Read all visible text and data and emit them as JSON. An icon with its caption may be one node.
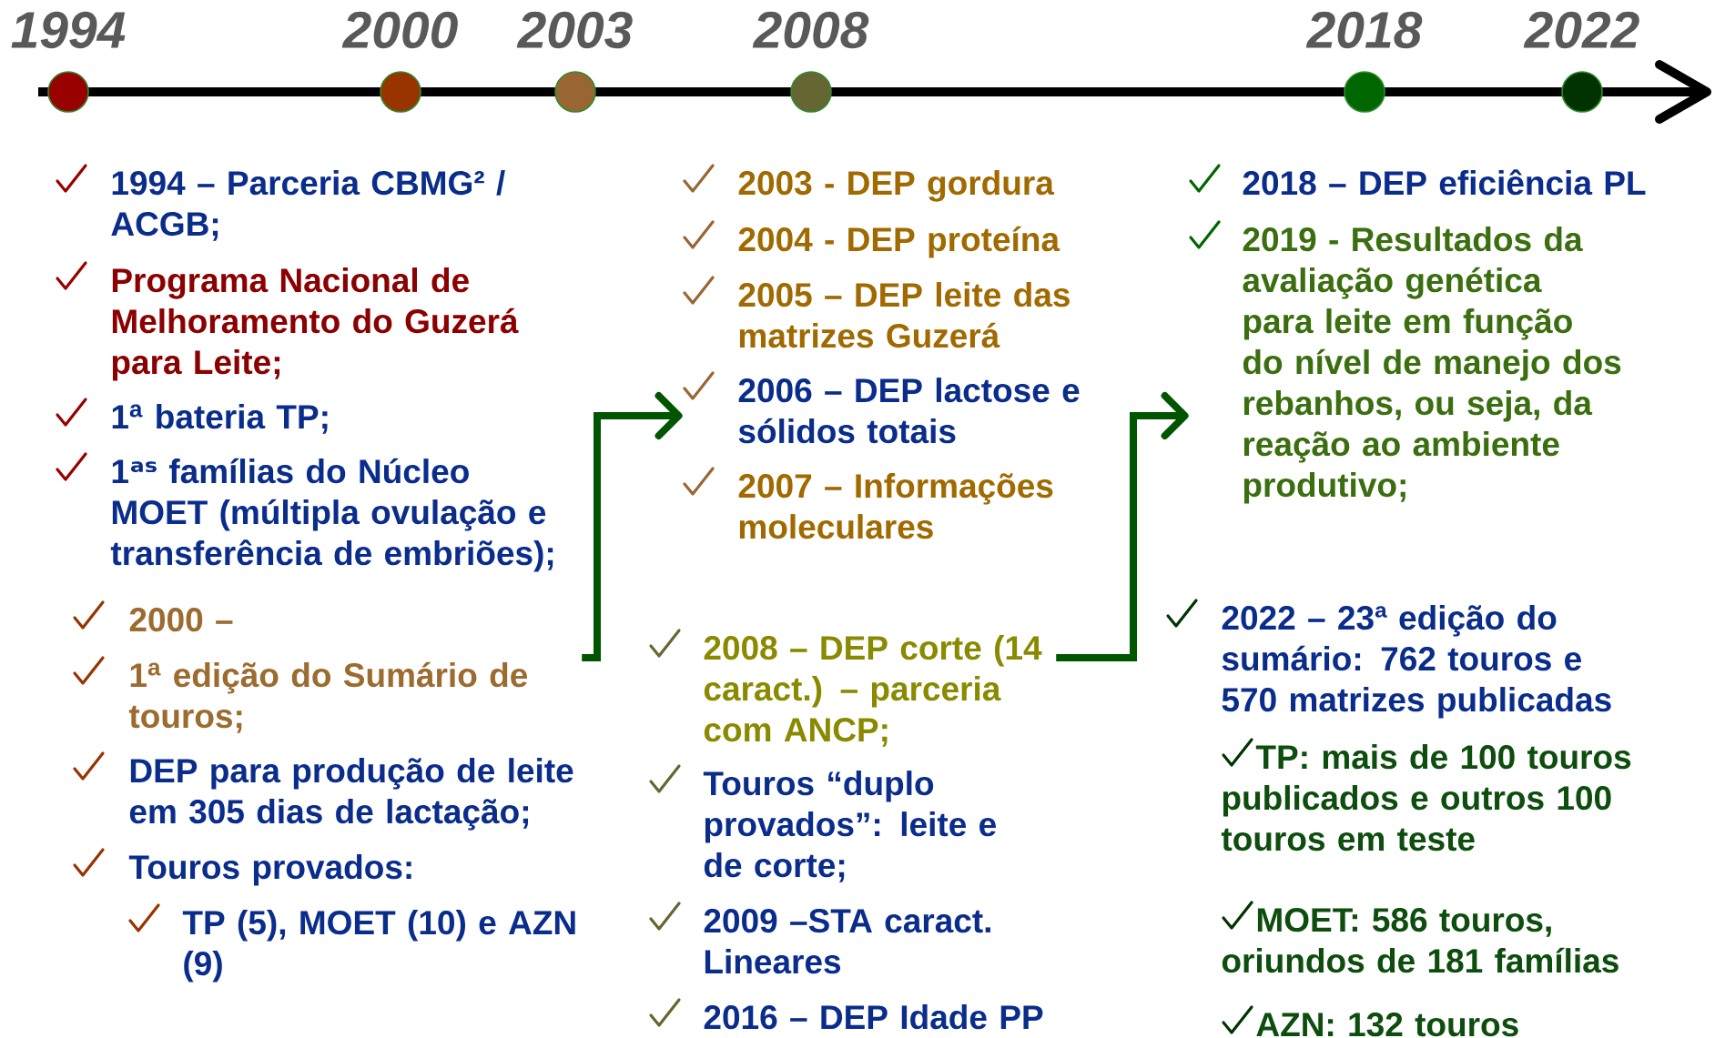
{
  "diagram": {
    "nodes": [
      {
        "text": [
          "1994"
        ]
      },
      {
        "text": [
          "2000"
        ]
      },
      {
        "text": [
          "2003"
        ]
      },
      {
        "text": [
          "2008"
        ]
      },
      {
        "text": [
          "2018"
        ]
      },
      {
        "text": [
          "2022"
        ]
      },
      {
        "text": [
          "1994 – Parceria CBMG² / ACGB;",
          "Programa Nacional de Melhoramento do Guzerá para Leite;",
          "1$^{a}$ bateria TP;",
          "1ᵃˢ famílias do Núcleo MOET (múltipla ovulação e transferência de embriões);"
        ]
      },
      {
        "text": [
          "2000 –",
          "1$^{a}$ edição do Sumário de touros;",
          "DEP para produção de leite em 305 dias de lactação;",
          "Touros provados:",
          "TP (5), MOET (10) e AZN (9)"
        ]
      },
      {
        "text": [
          "2003 - DEP gordura",
          "2004 - DEP proteína",
          "2005 – DEP leite das matrizes Guzerá",
          "2006 – DEP lactose e sólidos totais",
          "2007 – Informações moleculares"
        ]
      },
      {
        "text": [
          "2008 – DEP corte (14 caract.) – parceria com ANCP;",
          "Touros “duplo provados”: leite e de corte;",
          "2009 –STA caract. Lineares",
          "2016 – DEP Idade PP"
        ]
      },
      {
        "text": [
          "2018 – DEP eficiência PL",
          "2019 - Resultados da avaliação genética para leite em função do nível de manejo dos rebanhos, ou seja, da reação ao ambiente produtivo;"
        ]
      },
      {
        "text": [
          "2022 – 23ª edição do sumário: 762 touros e 570 matrizes publicadas",
          "TP: mais de 100 touros publicados e outros 100 touros em teste",
          "MOET: 586 touros, oriundos de 181 famílias",
          "AZN: 132 touros"
        ]
      }
    ],
    "edges": [
      {
        "from": 7,
        "to": 8,
        "arrow": "to"
      },
      {
        "from": 9,
        "to": 10,
        "arrow": "to"
      }
    ]
  }
}
